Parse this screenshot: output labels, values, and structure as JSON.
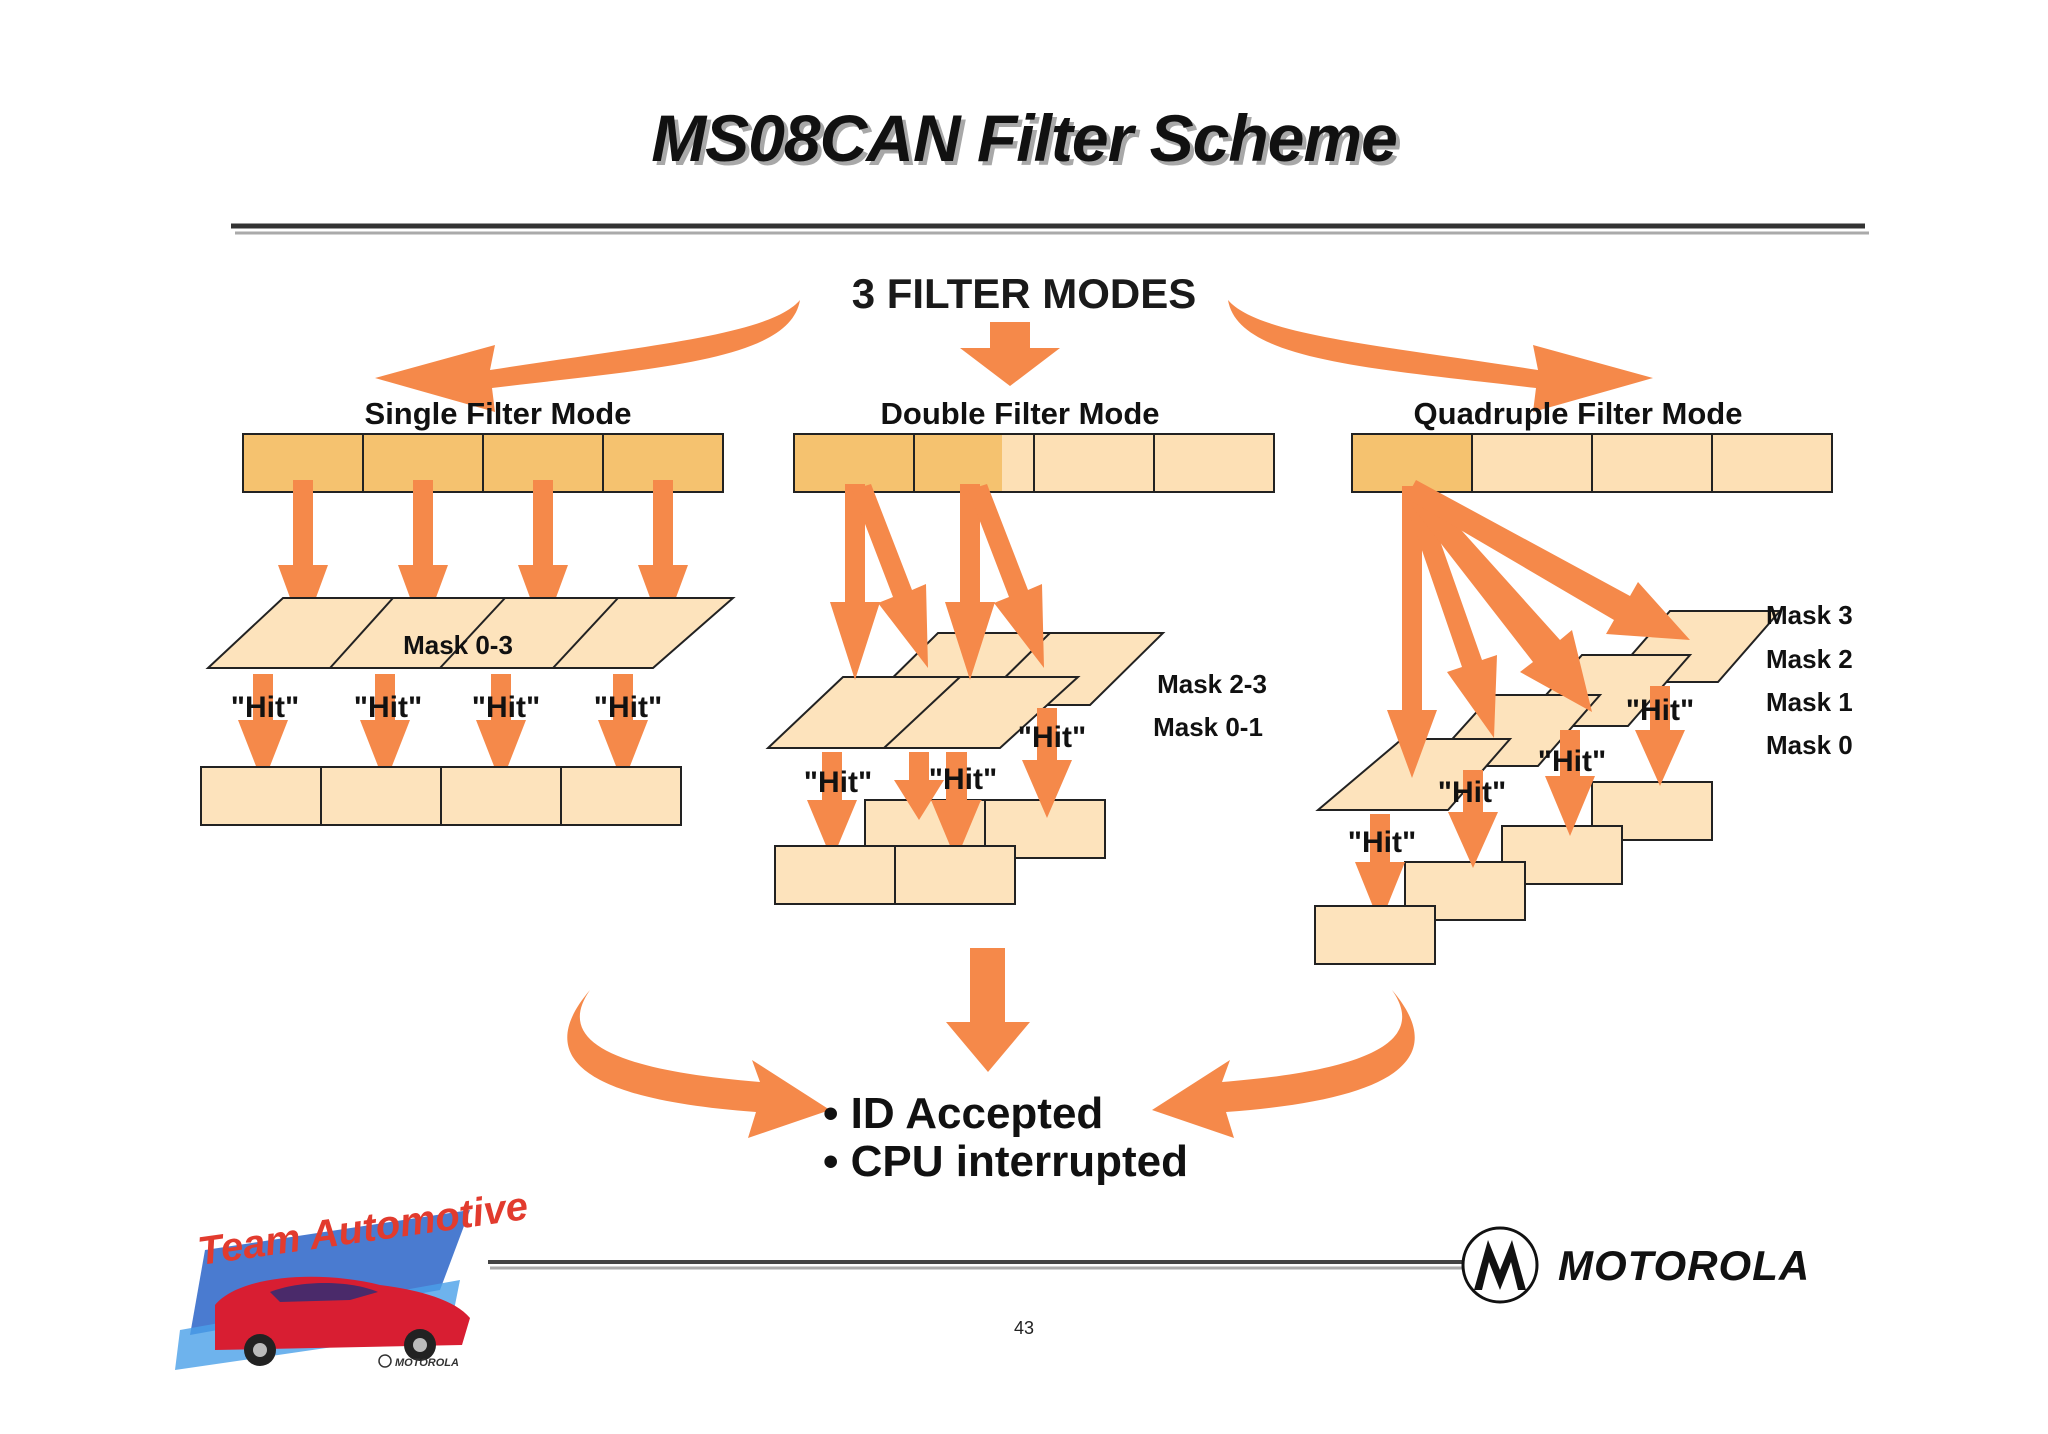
{
  "title": "MS08CAN Filter Scheme",
  "subtitle": "3 FILTER MODES",
  "modes": {
    "single": {
      "label": "Single Filter Mode",
      "mask_label": "Mask 0-3",
      "hit_label": "\"Hit\""
    },
    "double": {
      "label": "Double Filter Mode",
      "mask_labels": [
        "Mask 2-3",
        "Mask 0-1"
      ],
      "hit_label": "\"Hit\""
    },
    "quadruple": {
      "label": "Quadruple Filter Mode",
      "mask_labels": [
        "Mask 3",
        "Mask 2",
        "Mask 1",
        "Mask 0"
      ],
      "hit_label": "\"Hit\""
    }
  },
  "result": {
    "items": [
      "• ID Accepted",
      "• CPU interrupted"
    ]
  },
  "footer": {
    "page_number": "43",
    "brand": "MOTOROLA",
    "logo_text": "Team Automotive",
    "logo_sub": "MOTOROLA"
  },
  "colors": {
    "arrow": "#f5894a",
    "register_active": "#f5c26f",
    "register_inactive": "#fde0b5",
    "mask_fill": "#fde3bc"
  }
}
